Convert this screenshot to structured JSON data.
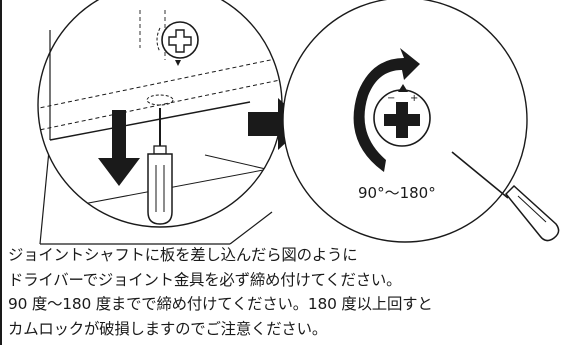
{
  "angle_label": "90°〜180°",
  "instructions": [
    "ジョイントシャフトに板を差し込んだら図のように",
    "ドライバーでジョイント金具を必ず締め付けてください。",
    "90 度〜180 度までで締め付けてください。180 度以上回すと",
    "カムロックが破損しますのでご注意ください。"
  ]
}
